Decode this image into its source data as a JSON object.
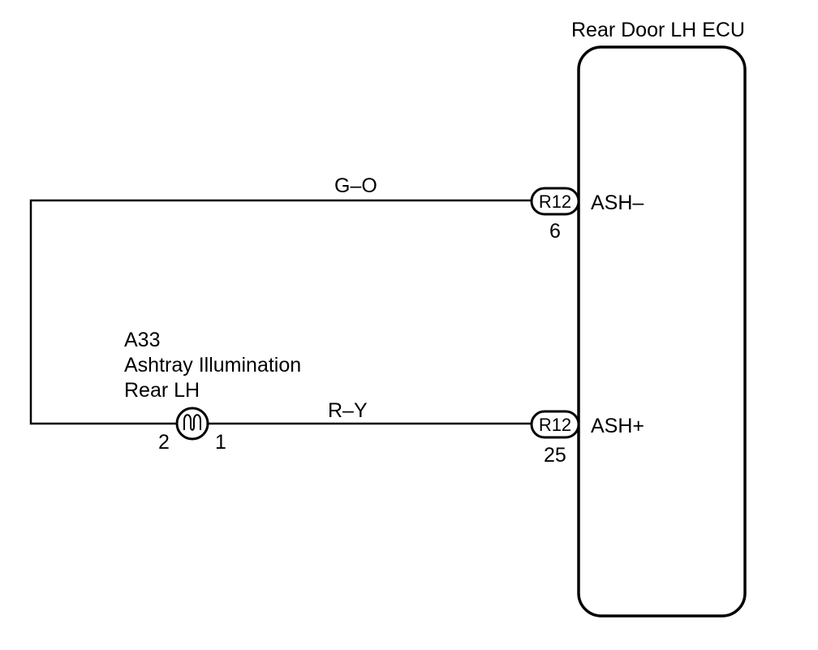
{
  "ecu": {
    "title": "Rear Door LH ECU",
    "pins": [
      {
        "name": "ASH–",
        "connector": "R12",
        "pin": "6"
      },
      {
        "name": "ASH+",
        "connector": "R12",
        "pin": "25"
      }
    ]
  },
  "wires": {
    "upper": "G–O",
    "lower": "R–Y"
  },
  "component": {
    "code": "A33",
    "name_line1": "Ashtray Illumination",
    "name_line2": "Rear LH",
    "pin_left": "2",
    "pin_right": "1"
  },
  "colors": {
    "line": "#000000",
    "background": "#ffffff"
  }
}
